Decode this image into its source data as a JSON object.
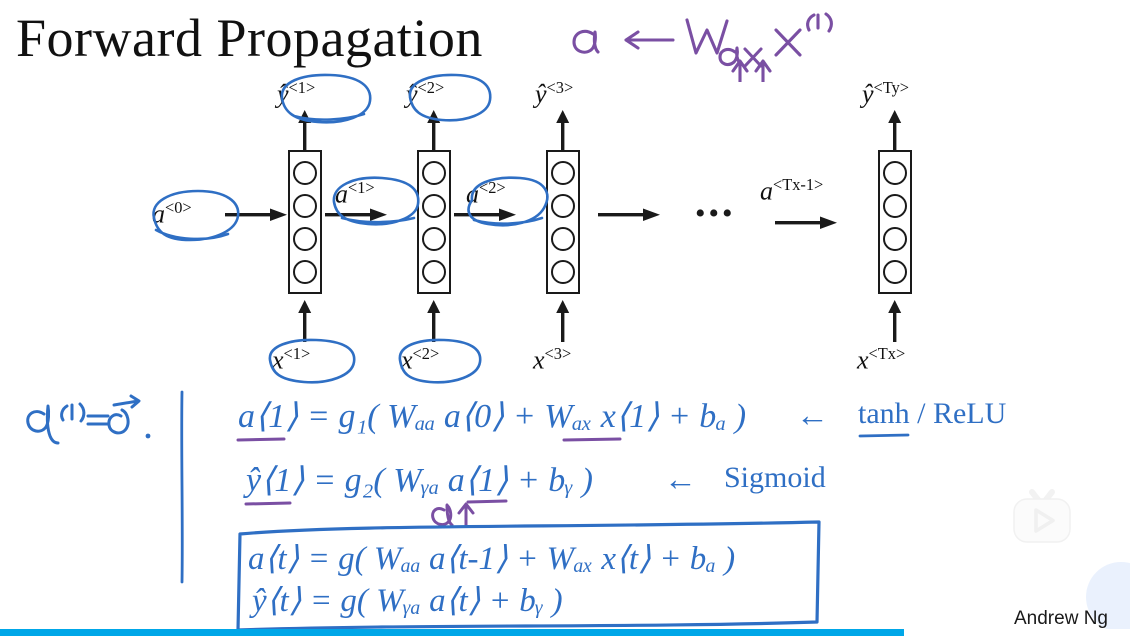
{
  "slide": {
    "title": "Forward Propagation",
    "credit": "Andrew Ng",
    "accent_color": "#00a7e8",
    "ink_blue": "#2f6fc4",
    "ink_purple": "#7a4fa3",
    "progress_percent": 80
  },
  "diagram": {
    "inputs": [
      {
        "base": "x",
        "sup": "<1>"
      },
      {
        "base": "x",
        "sup": "<2>"
      },
      {
        "base": "x",
        "sup": "<3>"
      },
      {
        "base": "x",
        "sup": "<Tx>"
      }
    ],
    "outputs": [
      {
        "base": "ŷ",
        "sup": "<1>"
      },
      {
        "base": "ŷ",
        "sup": "<2>"
      },
      {
        "base": "ŷ",
        "sup": "<3>"
      },
      {
        "base": "ŷ",
        "sup": "<Ty>"
      }
    ],
    "activations": [
      {
        "base": "a",
        "sup": "<0>"
      },
      {
        "base": "a",
        "sup": "<1>"
      },
      {
        "base": "a",
        "sup": "<2>"
      },
      {
        "base": "a",
        "sup": "<Tx-1>"
      }
    ],
    "ellipsis": "•••",
    "neurons_per_cell": 4,
    "cells": 4,
    "circled_items": [
      "a<0>",
      "y-hat<1>",
      "y-hat<2>",
      "a<1>",
      "a<2>",
      "x<1>",
      "x<2>"
    ]
  },
  "annotations": {
    "top_note": "a  ←  Wₐₓ x⁽¹⁾",
    "top_note_plain": "a ← Wax x(1)",
    "init": "a⟨0⟩ = 0⃗ .",
    "eq1": "a⟨1⟩ = g₁( Wₐₐ a⟨0⟩ + Wₐₓ x⟨1⟩ + bₐ )",
    "eq1_note": "tanh / ReLU",
    "eq2": "ŷ⟨1⟩ = g₂( Wᵧₐ a⟨1⟩ + bᵧ )",
    "eq2_note": "Sigmoid",
    "eq2_sub_mark": "a↑",
    "boxed_eq1": "a⟨t⟩ = g( Wₐₐ a⟨t-1⟩ + Wₐₓ x⟨t⟩ + bₐ )",
    "boxed_eq2": "ŷ⟨t⟩ = g( Wᵧₐ a⟨t⟩ + bᵧ )",
    "arrow_left": "←"
  }
}
